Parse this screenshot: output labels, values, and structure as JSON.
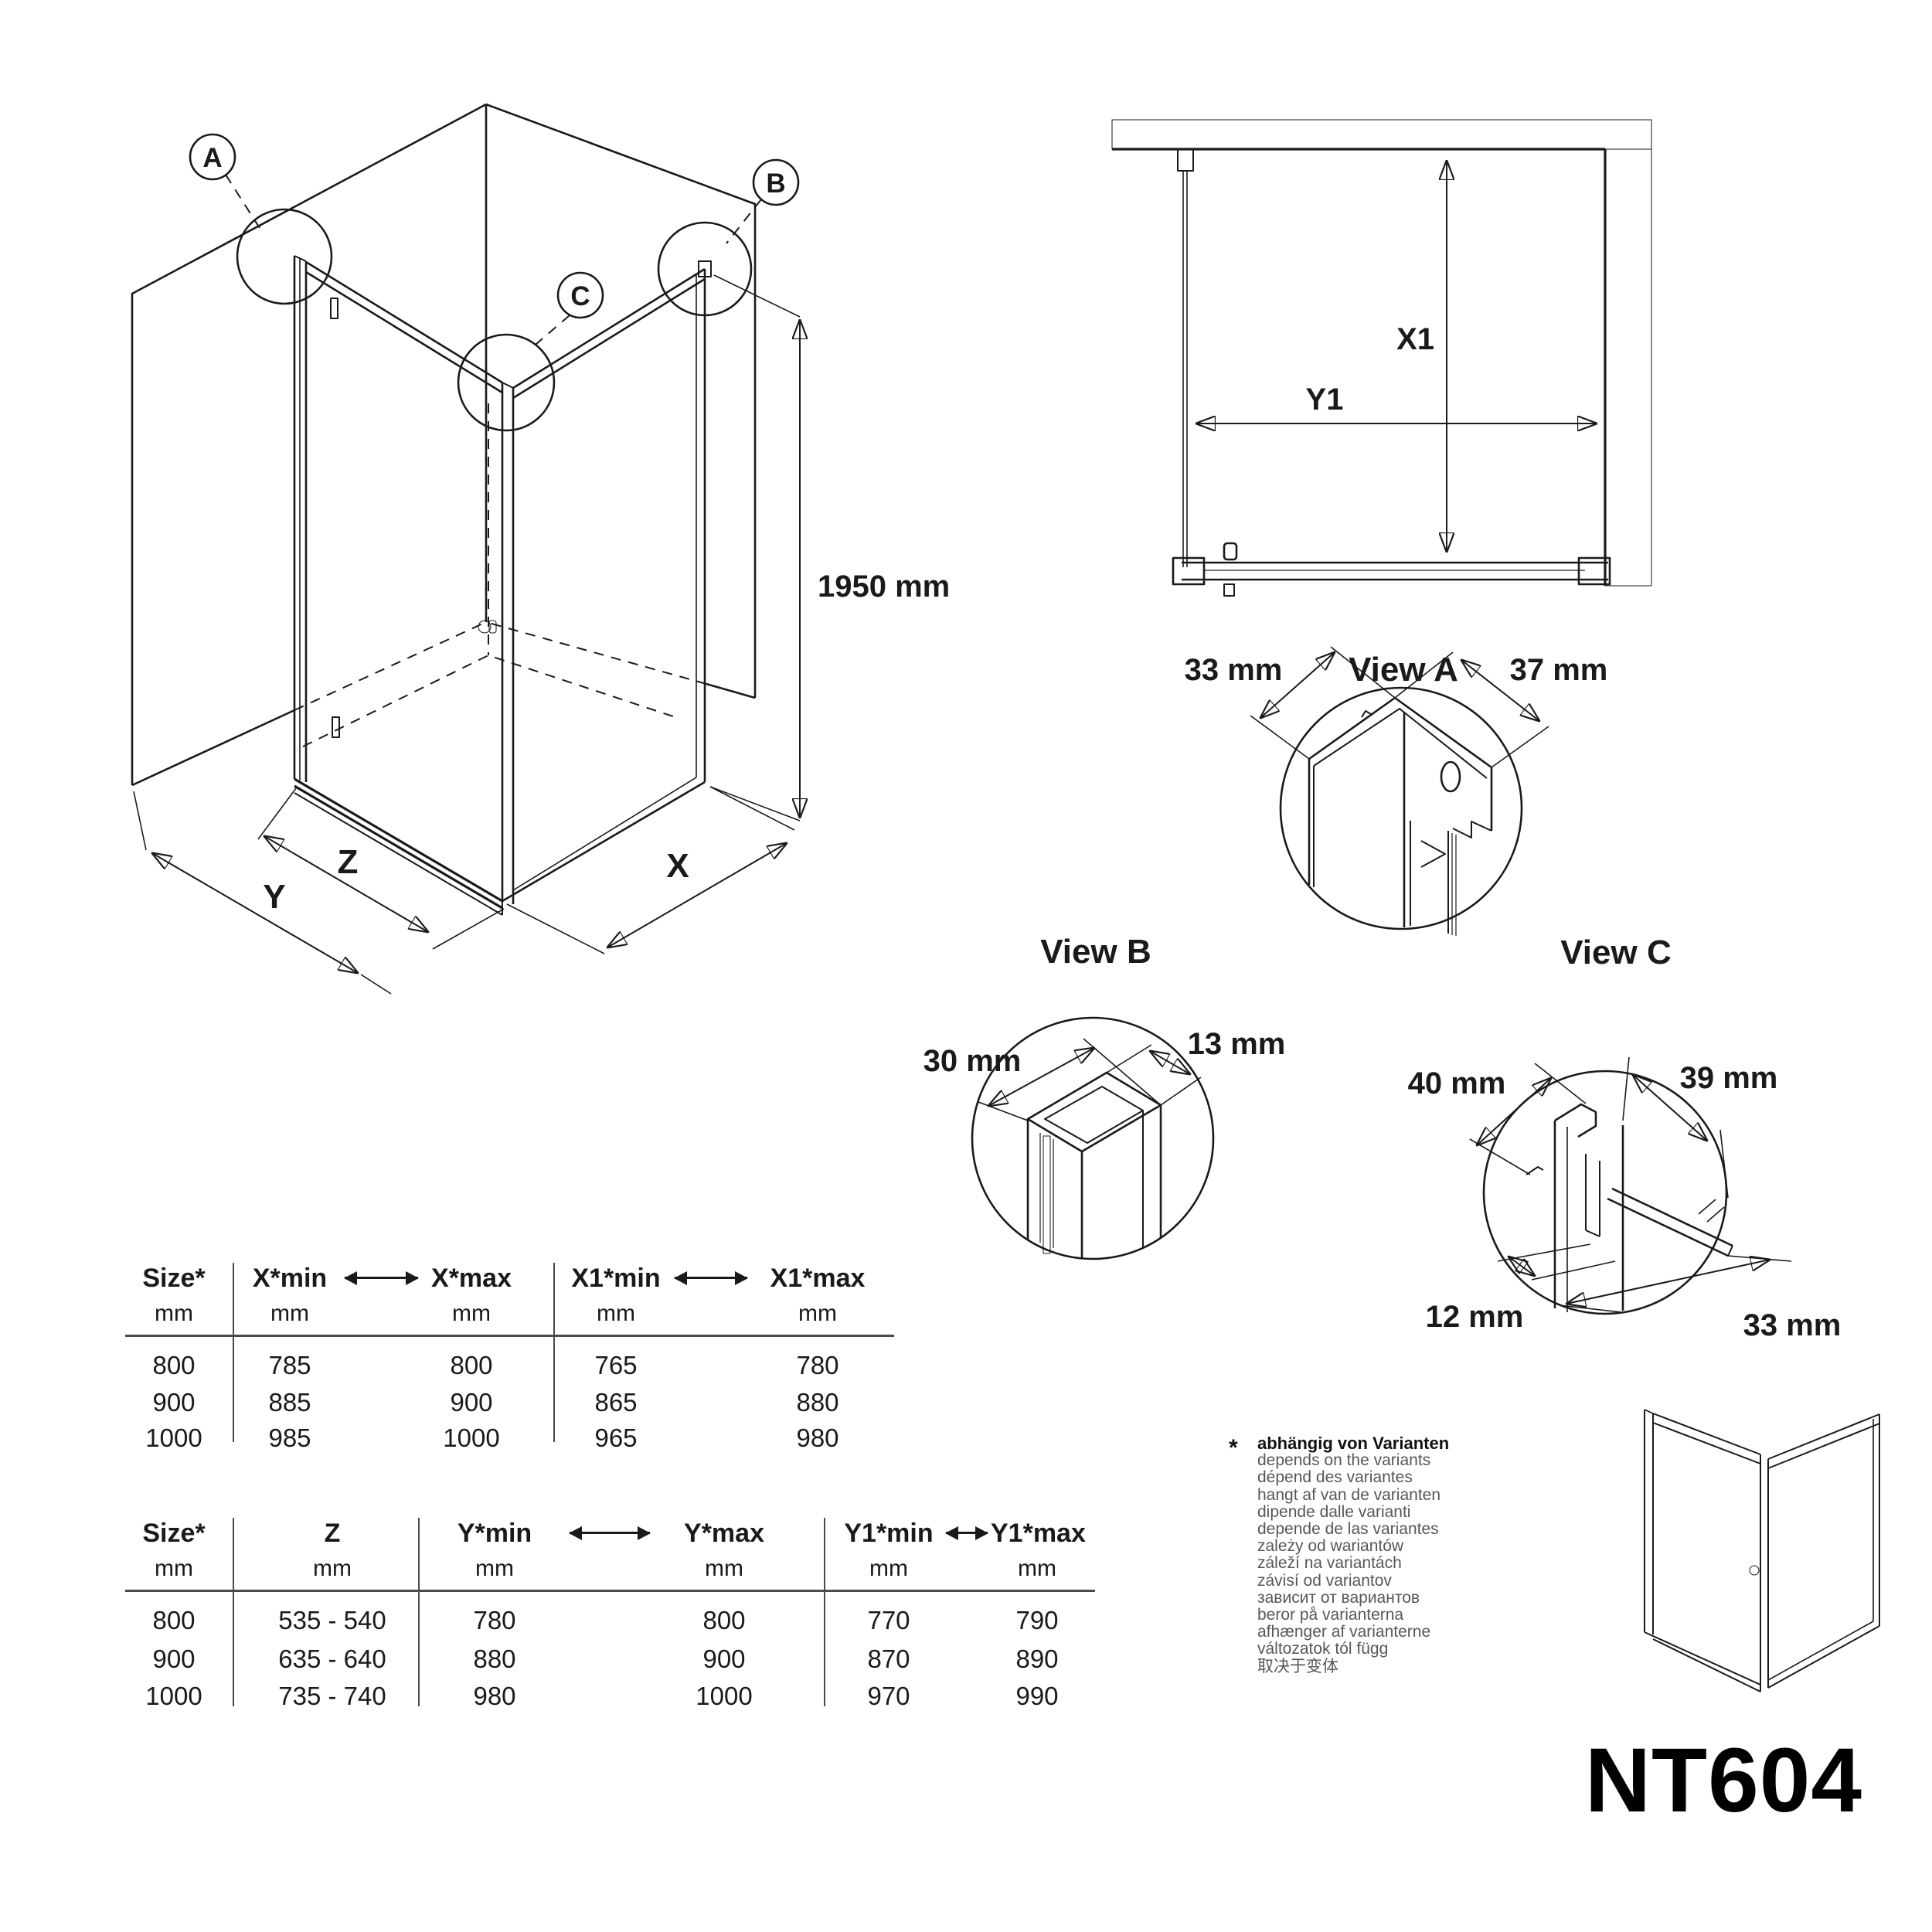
{
  "iso": {
    "callout_a": "A",
    "callout_b": "B",
    "callout_c": "C",
    "dim_height": "1950 mm",
    "dim_z": "Z",
    "dim_y": "Y",
    "dim_x": "X"
  },
  "plan": {
    "dim_x1": "X1",
    "dim_y1": "Y1",
    "caption": "View A"
  },
  "detail_a": {
    "dim_left": "33 mm",
    "dim_right": "37 mm"
  },
  "detail_b": {
    "title": "View B",
    "dim_left": "30 mm",
    "dim_right": "13 mm"
  },
  "detail_c": {
    "title": "View C",
    "dim_top_left": "40 mm",
    "dim_top_right": "39 mm",
    "dim_bottom_left": "12 mm",
    "dim_bottom_right": "33 mm"
  },
  "table_x": {
    "headers": {
      "size": "Size*",
      "xmin": "X*min",
      "xmax": "X*max",
      "x1min": "X1*min",
      "x1max": "X1*max"
    },
    "unit": "mm",
    "rows": [
      [
        "800",
        "785",
        "800",
        "765",
        "780"
      ],
      [
        "900",
        "885",
        "900",
        "865",
        "880"
      ],
      [
        "1000",
        "985",
        "1000",
        "965",
        "980"
      ]
    ]
  },
  "table_y": {
    "headers": {
      "size": "Size*",
      "z": "Z",
      "ymin": "Y*min",
      "ymax": "Y*max",
      "y1min": "Y1*min",
      "y1max": "Y1*max"
    },
    "unit": "mm",
    "rows": [
      [
        "800",
        "535 - 540",
        "780",
        "800",
        "770",
        "790"
      ],
      [
        "900",
        "635 - 640",
        "880",
        "900",
        "870",
        "890"
      ],
      [
        "1000",
        "735 - 740",
        "980",
        "1000",
        "970",
        "990"
      ]
    ]
  },
  "footnote": {
    "marker": "*",
    "lines": [
      "abhängig von Varianten",
      "depends on the variants",
      "dépend des variantes",
      "hangt af van de varianten",
      "dipende dalle varianti",
      "depende de las variantes",
      "zależy od wariantów",
      "záleží na variantách",
      "závisí od variantov",
      "зависит от вариантов",
      "beror på varianterna",
      "afhænger af varianterne",
      "változatok tól függ",
      "取决于变体"
    ]
  },
  "model": "NT604"
}
